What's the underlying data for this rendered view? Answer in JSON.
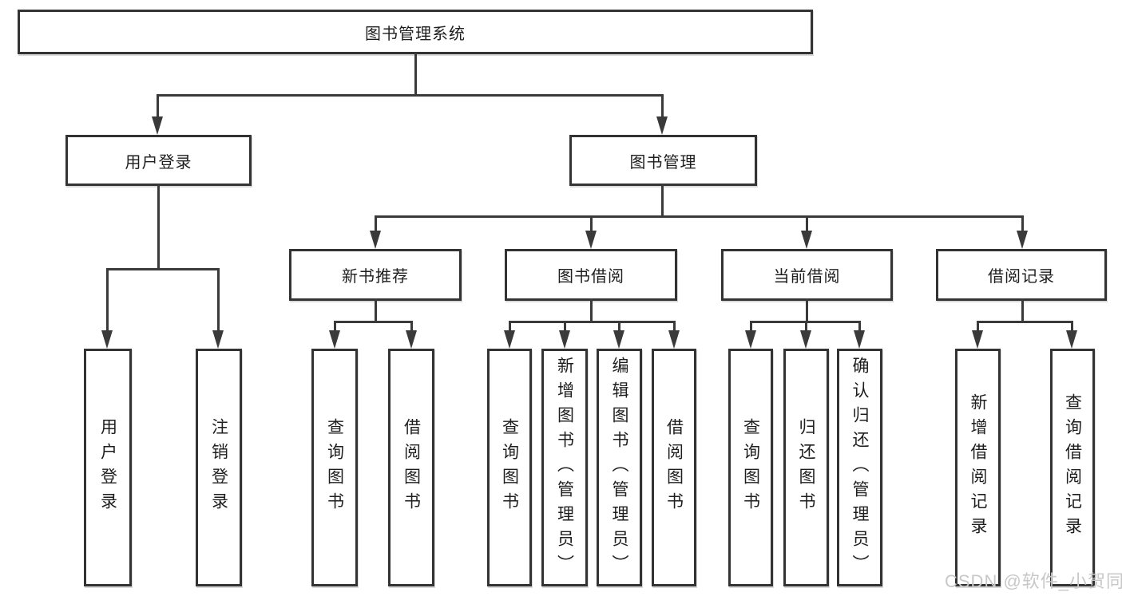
{
  "tree": {
    "root": {
      "label": "图书管理系统"
    },
    "children": [
      {
        "label": "用户登录",
        "children": [
          {
            "label": "用户登录"
          },
          {
            "label": "注销登录"
          }
        ]
      },
      {
        "label": "图书管理",
        "children": [
          {
            "label": "新书推荐",
            "children": [
              {
                "label": "查询图书"
              },
              {
                "label": "借阅图书"
              }
            ]
          },
          {
            "label": "图书借阅",
            "children": [
              {
                "label": "查询图书"
              },
              {
                "label": "新增图书（管理员）"
              },
              {
                "label": "编辑图书（管理员）"
              },
              {
                "label": "借阅图书"
              }
            ]
          },
          {
            "label": "当前借阅",
            "children": [
              {
                "label": "查询图书"
              },
              {
                "label": "归还图书"
              },
              {
                "label": "确认归还（管理员）"
              }
            ]
          },
          {
            "label": "借阅记录",
            "children": [
              {
                "label": "新增借阅记录"
              },
              {
                "label": "查询借阅记录"
              }
            ]
          }
        ]
      }
    ]
  },
  "watermark": "CSDN @软件_小贺同学",
  "colors": {
    "line": "#3a3a3a",
    "box_border": "#333333",
    "background": "#ffffff",
    "text": "#1e1e1e",
    "watermark": "#c8c8c8"
  }
}
